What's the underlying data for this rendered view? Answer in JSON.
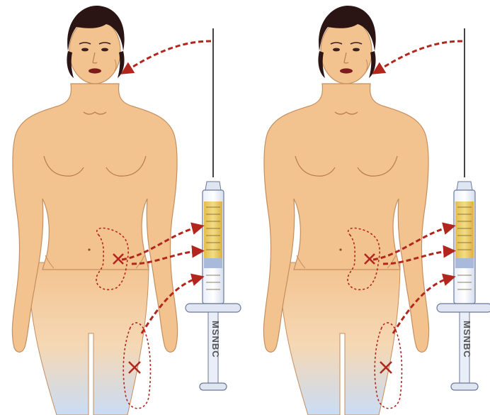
{
  "watermark": "MSNBC",
  "panels": [
    {
      "id": "left"
    },
    {
      "id": "right"
    }
  ],
  "colors": {
    "skin": "#f3c38f",
    "skin_shadow": "#e1a572",
    "hair": "#2a1414",
    "lips": "#7a1c1c",
    "arrow": "#b3261e",
    "plunger_blue": "#a9b9dc",
    "fat_yellow": "#e8c75c",
    "leg_fade": "#c9dcf5"
  }
}
